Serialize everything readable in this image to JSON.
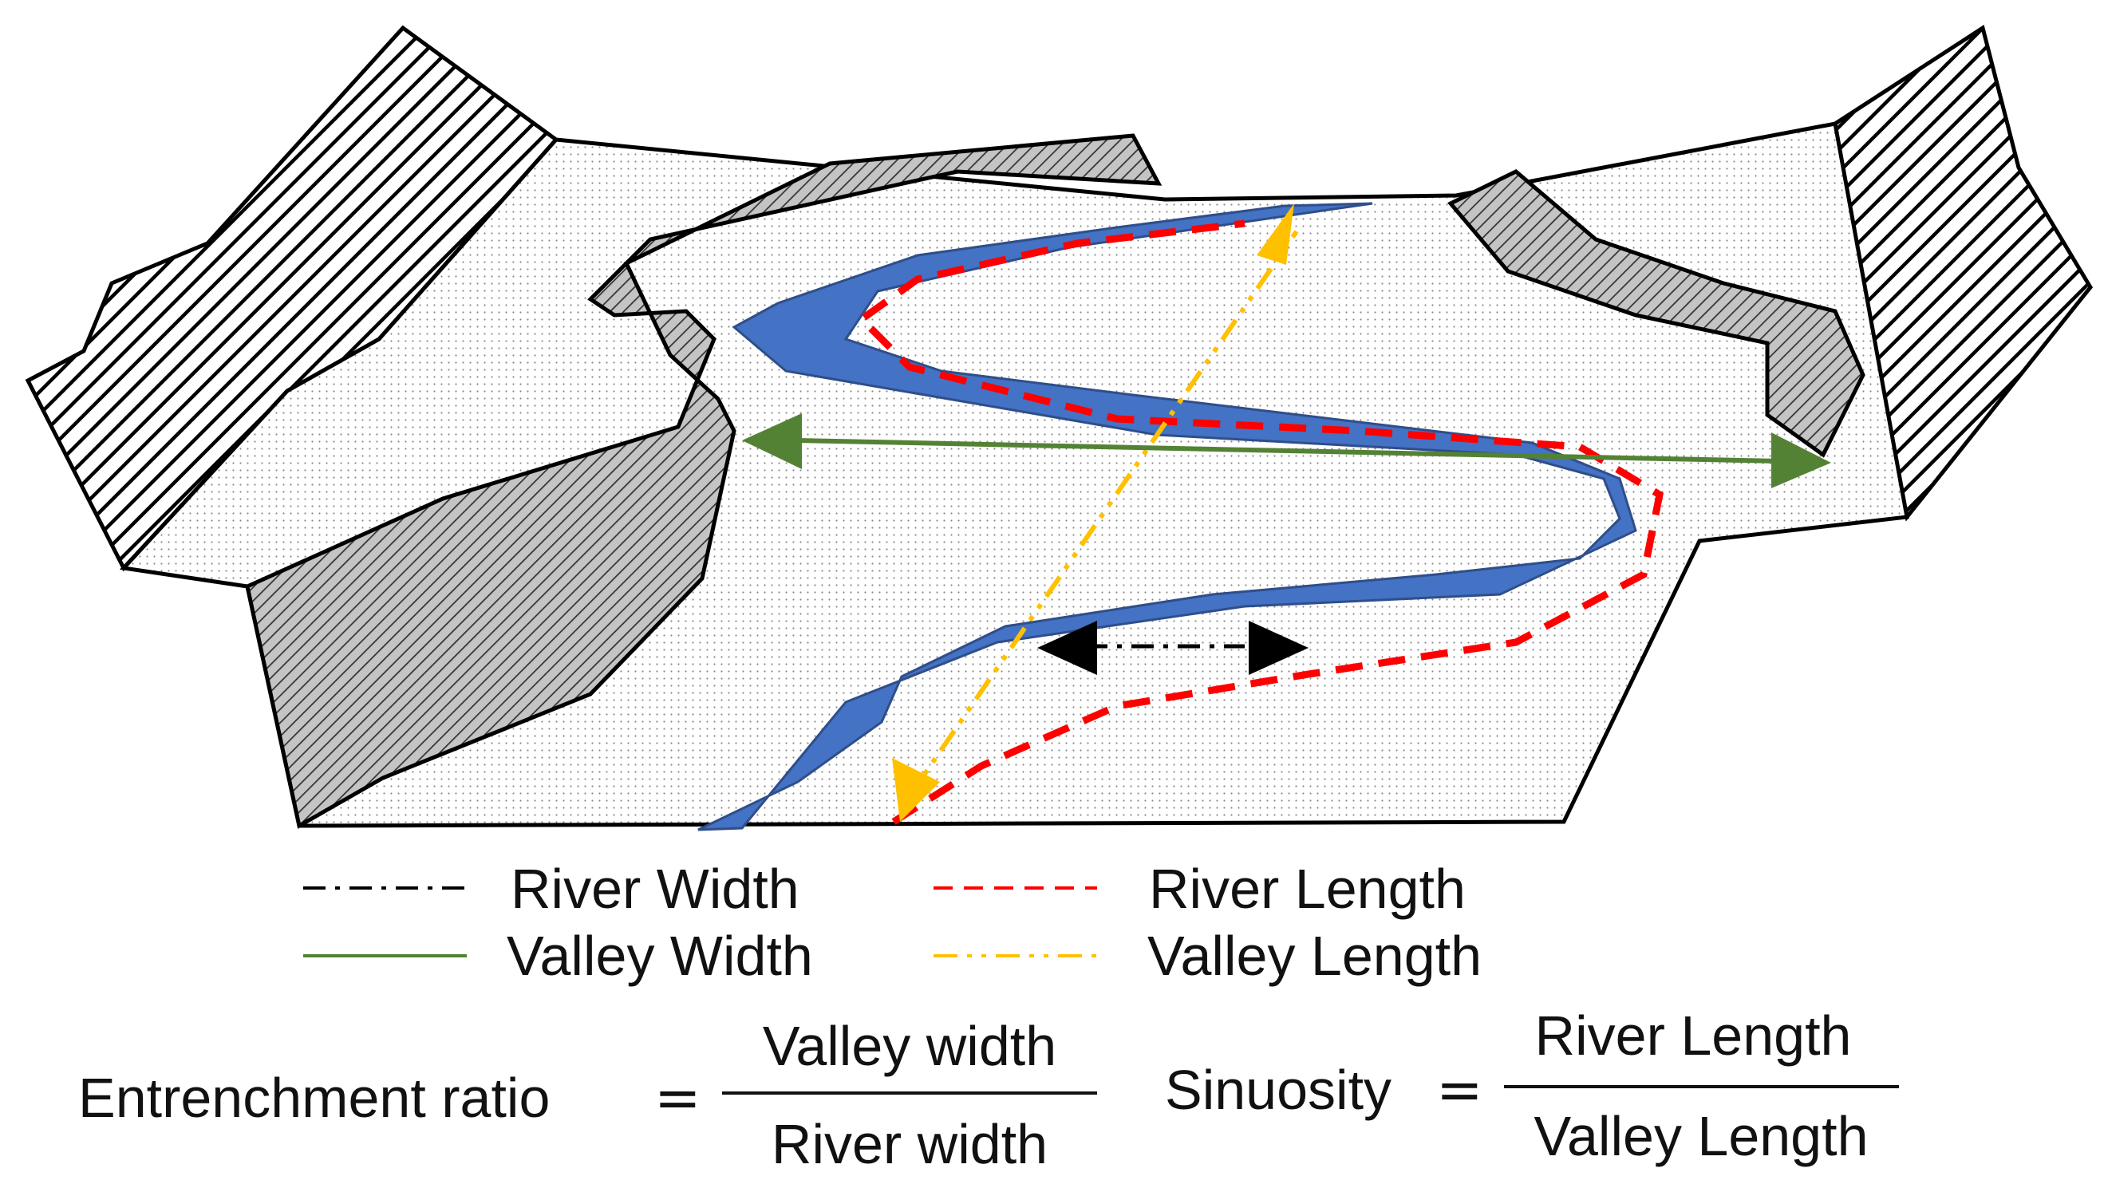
{
  "legend": {
    "river_width": "River Width",
    "valley_width": "Valley Width",
    "river_length": "River Length",
    "valley_length": "Valley Length"
  },
  "formulas": {
    "entrenchment": {
      "label": "Entrenchment ratio",
      "equals": "=",
      "numerator": "Valley width",
      "denominator": "River width"
    },
    "sinuosity": {
      "label": "Sinuosity",
      "equals": "=",
      "numerator": "River Length",
      "denominator": "Valley Length"
    }
  },
  "colors": {
    "river_fill": "#4472c4",
    "river_length_line": "#ff0000",
    "valley_width_line": "#548235",
    "valley_length_line": "#ffc000",
    "river_width_line": "#000000",
    "terrace_fill": "#bdbdbd"
  }
}
